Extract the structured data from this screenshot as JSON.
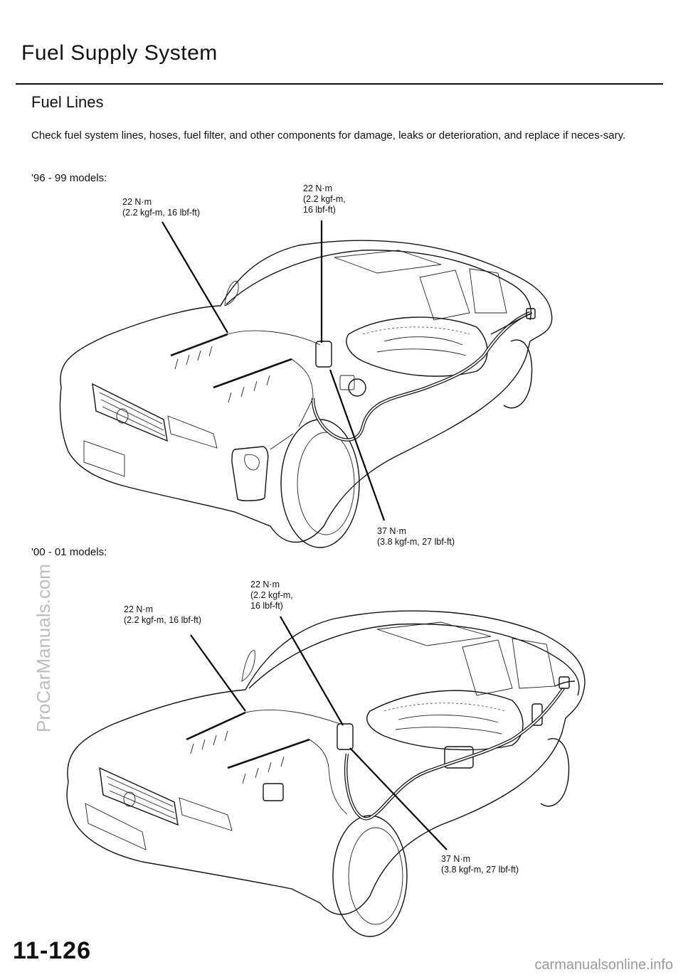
{
  "header": {
    "title": "Fuel Supply System",
    "subtitle": "Fuel Lines"
  },
  "intro": "Check fuel system lines, hoses, fuel filter, and other components for damage, leaks or deterioration, and replace if neces-sary.",
  "diagram_1": {
    "label": "'96 - 99 models:",
    "torque_injector": "22 N·m\n(2.2 kgf-m, 16 lbf-ft)",
    "torque_filter_top": "22 N·m\n(2.2  kgf-m,\n 16 lbf-ft)",
    "torque_filter_bottom": "37 N·m\n(3.8 kgf-m, 27 lbf-ft)"
  },
  "diagram_2": {
    "label": "'00 - 01 models:",
    "torque_injector": "22 N·m\n(2.2 kgf-m, 16 lbf-ft)",
    "torque_filter_top": "22 N·m\n(2.2  kgf-m,\n16 lbf-ft)",
    "torque_filter_bottom": "37 N·m\n(3.8 kgf-m, 27 lbf-ft)"
  },
  "page_number": "11-126",
  "watermarks": {
    "side": "ProCarManuals.com",
    "footer": "carmanualsonline.info"
  }
}
